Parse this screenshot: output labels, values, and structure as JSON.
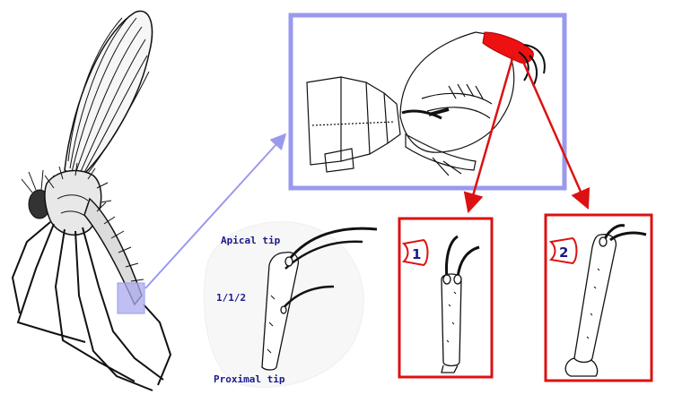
{
  "labels": {
    "apical": "Apical tip",
    "ratio": "1/1/2",
    "proximal": "Proximal tip"
  },
  "badges": [
    "1",
    "2"
  ],
  "colors": {
    "highlight_box": "#9999ee",
    "callout_box": "#dd1111",
    "badge_text": "#1a1a8c",
    "ink": "#111111"
  }
}
